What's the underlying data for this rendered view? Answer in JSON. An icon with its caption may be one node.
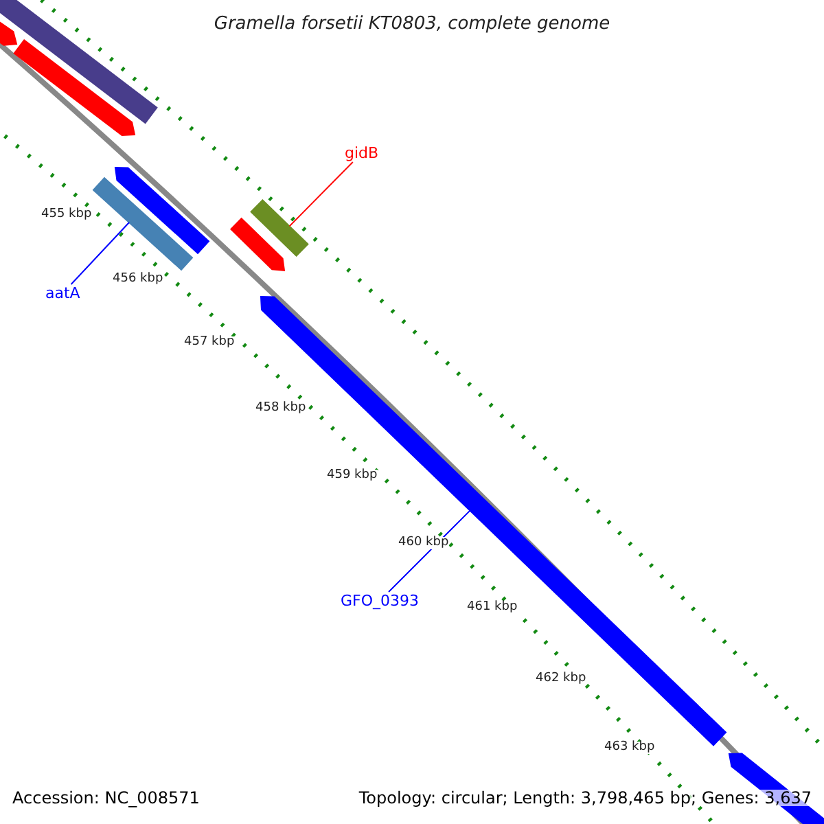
{
  "diagram": {
    "title": "Gramella forsetii KT0803, complete genome",
    "nodes": [
      {
        "text": [
          "gidB"
        ]
      },
      {
        "text": [],
        "shape": "bar"
      },
      {
        "text": [
          "aatA"
        ]
      },
      {
        "text": [],
        "shape": "bar"
      },
      {
        "text": [
          "GFO_0393"
        ]
      },
      {
        "text": [],
        "shape": "bar"
      },
      {
        "text": [],
        "shape": "bar"
      },
      {
        "text": [],
        "shape": "bar"
      },
      {
        "text": [],
        "shape": "bar"
      },
      {
        "text": [],
        "shape": "bar"
      },
      {
        "text": [],
        "shape": "bar"
      },
      {
        "text": [],
        "shape": "bar"
      }
    ],
    "edges": [
      {
        "from": 0,
        "to": 1,
        "arrow": "none",
        "color": "#ff0000"
      },
      {
        "from": 2,
        "to": 3,
        "arrow": "none"
      },
      {
        "from": 4,
        "to": 5,
        "arrow": "none"
      }
    ],
    "labels": [
      "455 kbp",
      "456 kbp",
      "457 kbp",
      "458 kbp",
      "459 kbp",
      "460 kbp",
      "461 kbp",
      "462 kbp",
      "463 kbp",
      "Accession: NC_008571",
      "Topology: circular; Length: 3,798,465 bp; Genes: 3,637"
    ]
  }
}
